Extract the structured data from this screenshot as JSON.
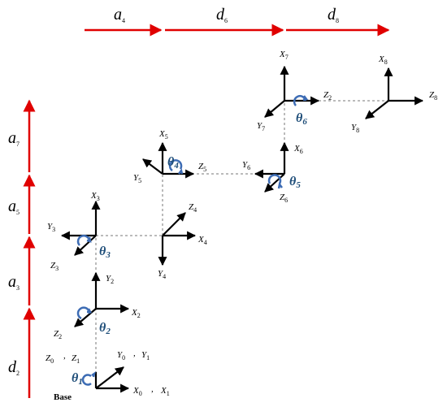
{
  "colors": {
    "dimension_arrow": "#e00000",
    "axis": "#000000",
    "rotation_marker": "#3d6cb4",
    "theta_text": "#1f4e79",
    "dashed_link": "#777777"
  },
  "dimensions": {
    "top": [
      {
        "sym": "a",
        "sub": "4"
      },
      {
        "sym": "d",
        "sub": "6"
      },
      {
        "sym": "d",
        "sub": "8"
      }
    ],
    "left": [
      {
        "sym": "a",
        "sub": "7"
      },
      {
        "sym": "a",
        "sub": "5"
      },
      {
        "sym": "a",
        "sub": "3"
      },
      {
        "sym": "d",
        "sub": "2"
      }
    ]
  },
  "joints": {
    "theta1": {
      "sym": "θ",
      "sub": "1"
    },
    "theta2": {
      "sym": "θ",
      "sub": "2"
    },
    "theta3": {
      "sym": "θ",
      "sub": "3"
    },
    "theta4": {
      "sym": "θ",
      "sub": "4"
    },
    "theta5": {
      "sym": "θ",
      "sub": "5"
    },
    "theta6": {
      "sym": "θ",
      "sub": "6"
    }
  },
  "frames": {
    "base": {
      "label": "Base",
      "z0": "Z",
      "z0_sub": "0",
      "z1": "Z",
      "z1_sub": "1",
      "y0": "Y",
      "y0_sub": "0",
      "y1": "Y",
      "y1_sub": "1",
      "x0": "X",
      "x0_sub": "0",
      "x1": "X",
      "x1_sub": "1",
      "sep": ","
    },
    "f2": {
      "y": "Y",
      "y_sub": "2",
      "x": "X",
      "x_sub": "2",
      "z": "Z",
      "z_sub": "2"
    },
    "f3": {
      "x": "X",
      "x_sub": "3",
      "y": "Y",
      "y_sub": "3",
      "z": "Z",
      "z_sub": "3"
    },
    "f4": {
      "z": "Z",
      "z_sub": "4",
      "x": "X",
      "x_sub": "4",
      "y": "Y",
      "y_sub": "4"
    },
    "f5": {
      "x": "X",
      "x_sub": "5",
      "y": "Y",
      "y_sub": "5",
      "z": "Z",
      "z_sub": "5"
    },
    "f6": {
      "x": "X",
      "x_sub": "6",
      "y": "Y",
      "y_sub": "6",
      "z": "Z",
      "z_sub": "6"
    },
    "f7": {
      "x": "X",
      "x_sub": "7",
      "y": "Y",
      "y_sub": "7",
      "z": "Z",
      "z_sub": "2"
    },
    "f8": {
      "x": "X",
      "x_sub": "8",
      "y": "Y",
      "y_sub": "8",
      "z": "Z",
      "z_sub": "8"
    }
  }
}
